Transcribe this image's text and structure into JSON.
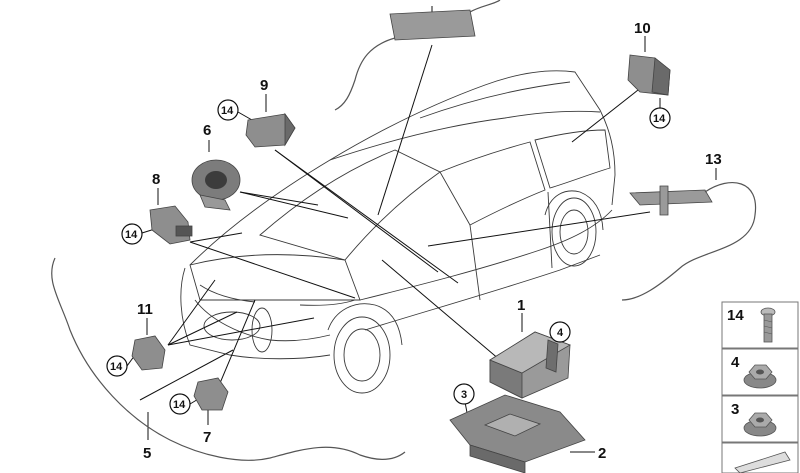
{
  "callouts": {
    "n1": "1",
    "n2": "2",
    "n5": "5",
    "n6": "6",
    "n7": "7",
    "n8": "8",
    "n9": "9",
    "n10": "10",
    "n11": "11",
    "n13": "13"
  },
  "circled": {
    "c14": "14",
    "c4": "4",
    "c3": "3"
  },
  "legend": {
    "items": [
      "14",
      "4",
      "3"
    ]
  },
  "colors": {
    "part_fill": "#8d8d8d",
    "part_dark": "#5e5e5e",
    "line": "#111111",
    "car_line": "#3a3a3a"
  }
}
